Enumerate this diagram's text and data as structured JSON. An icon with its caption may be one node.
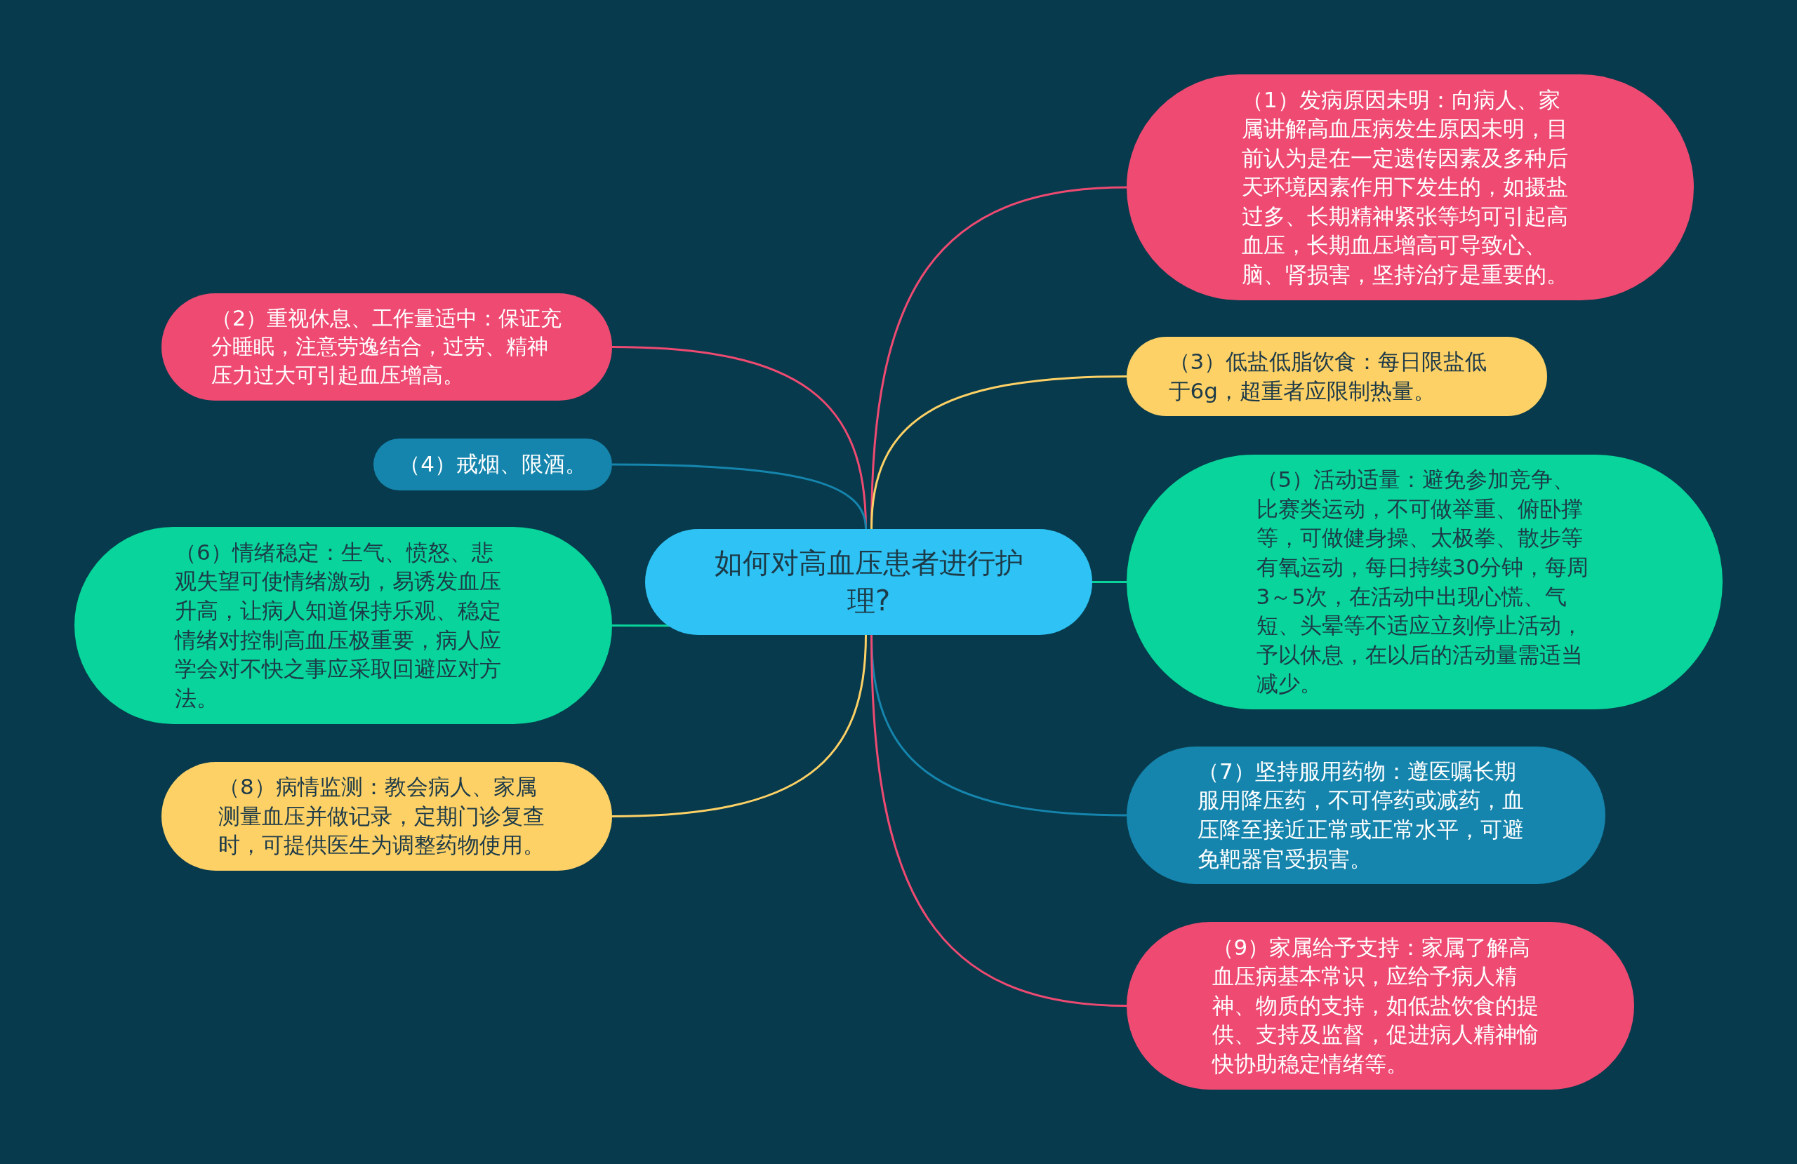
{
  "diagram": {
    "nodes": [
      {
        "text": [
          "如何对高血压患者进行护理?"
        ]
      },
      {
        "text": [
          "（1）发病原因未明：向病人、家属讲解高血压病发生原因未明，目前认为是在一定遗传因素及多种后天环境因素作用下发生的，如摄盐过多、长期精神紧张等均可引起高血压，长期血压增高可导致心、脑、肾损害，坚持治疗是重要的。"
        ]
      },
      {
        "text": [
          "（2）重视休息、工作量适中：保证充分睡眠，注意劳逸结合，过劳、精神压力过大可引起血压增高。"
        ]
      },
      {
        "text": [
          "（3）低盐低脂饮食：每日限盐低于6g，超重者应限制热量。"
        ]
      },
      {
        "text": [
          "（4）戒烟、限酒。"
        ]
      },
      {
        "text": [
          "（5）活动适量：避免参加竞争、比赛类运动，不可做举重、俯卧撑等，可做健身操、太极拳、散步等有氧运动，每日持续30分钟，每周3～5次，在活动中出现心慌、气短、头晕等不适应立刻停止活动，予以休息，在以后的活动量需适当减少。"
        ]
      },
      {
        "text": [
          "（6）情绪稳定：生气、愤怒、悲观失望可使情绪激动，易诱发血压升高，让病人知道保持乐观、稳定情绪对控制高血压极重要，病人应学会对不快之事应采取回避应对方法。"
        ]
      },
      {
        "text": [
          "（7）坚持服用药物：遵医嘱长期服用降压药，不可停药或减药，血压降至接近正常或正常水平，可避免靶器官受损害。"
        ]
      },
      {
        "text": [
          "（8）病情监测：教会病人、家属测量血压并做记录，定期门诊复查时，可提供医生为调整药物使用。"
        ]
      },
      {
        "text": [
          "（9）家属给予支持：家属了解高血压病基本常识，应给予病人精神、物质的支持，如低盐饮食的提供、支持及监督，促进病人精神愉快协助稳定情绪等。"
        ]
      }
    ],
    "edges": [
      {
        "from": 0,
        "to": 1,
        "arrow": "none",
        "color": "#ee4a72"
      },
      {
        "from": 0,
        "to": 2,
        "arrow": "none",
        "color": "#ee4a72"
      },
      {
        "from": 0,
        "to": 3,
        "arrow": "none",
        "color": "#fdd166"
      },
      {
        "from": 0,
        "to": 4,
        "arrow": "none",
        "color": "#1585ad"
      },
      {
        "from": 0,
        "to": 5,
        "arrow": "none",
        "color": "#08d49b"
      },
      {
        "from": 0,
        "to": 6,
        "arrow": "none",
        "color": "#08d49b"
      },
      {
        "from": 0,
        "to": 7,
        "arrow": "none",
        "color": "#1585ad"
      },
      {
        "from": 0,
        "to": 8,
        "arrow": "none",
        "color": "#fdd166"
      },
      {
        "from": 0,
        "to": 9,
        "arrow": "none",
        "color": "#ee4a72"
      }
    ]
  }
}
